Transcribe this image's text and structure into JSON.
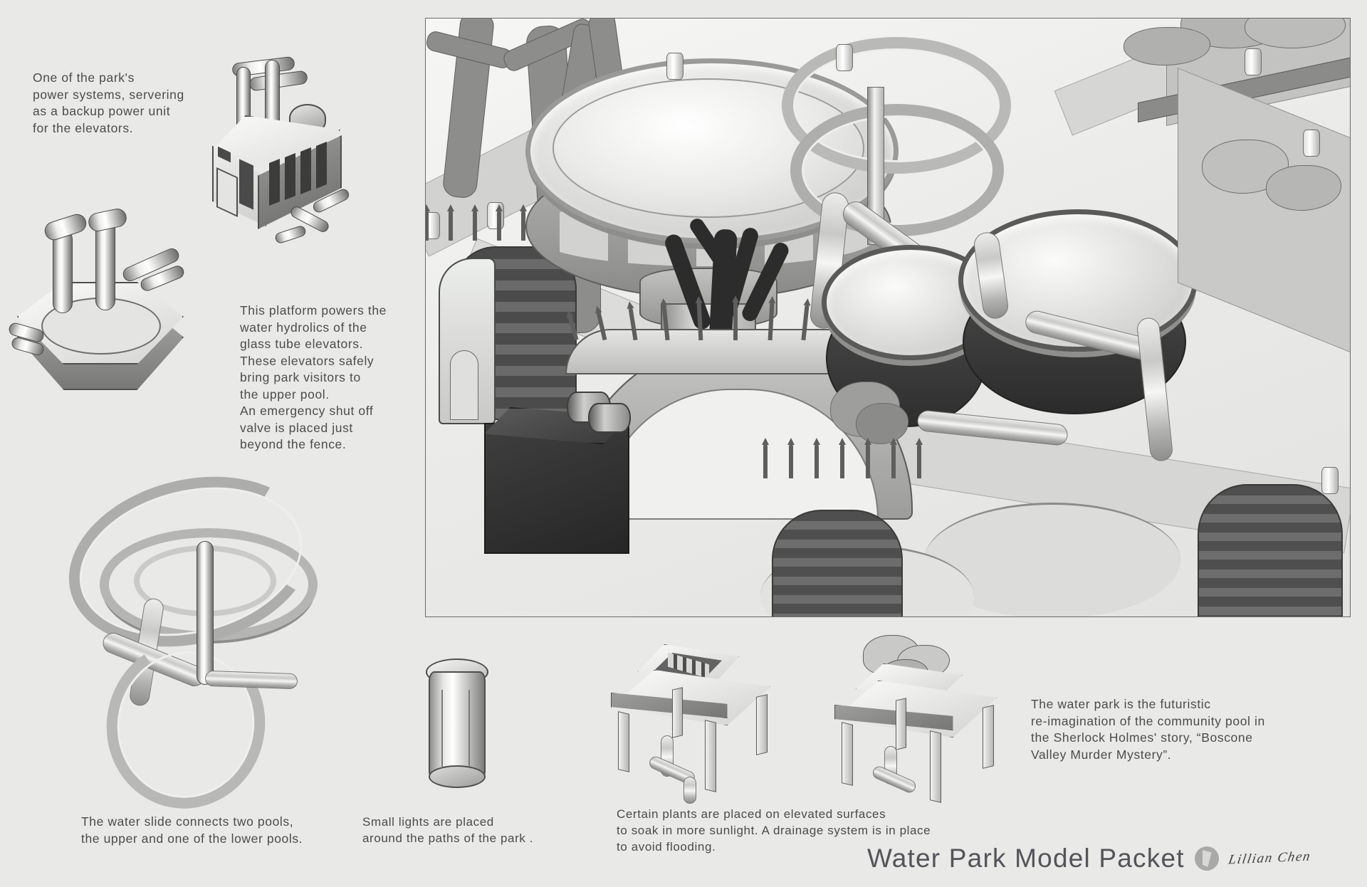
{
  "document": {
    "title": "Water Park Model Packet",
    "signature": "Lillian Chen",
    "logo_icon": "artist-monogram-icon",
    "background_color": "#e9e9e7",
    "ink_color": "#4b4b4d"
  },
  "annotations": {
    "power_system": "One of the park's\npower systems, servering\nas a backup power unit\nfor the elevators.",
    "platform_hydrolics": "This platform powers the\nwater hydrolics of the\nglass tube elevators.\nThese elevators safely\nbring park visitors to\nthe upper pool.\nAn emergency shut off\nvalve is placed just\nbeyond the fence.",
    "water_slide": "The water slide connects two pools,\nthe upper and one of the lower pools.",
    "small_lights": "Small lights are placed\naround the paths of the park .",
    "elevated_plants": "Certain plants are placed on elevated surfaces\nto soak in more sunlight. A drainage system is in place\nto avoid flooding.",
    "concept_blurb": "The water park is the futuristic\nre-imagination of the community pool in\nthe Sherlock Holmes' story, “Boscone\nValley Murder Mystery”."
  },
  "illustrations": {
    "main_panel": {
      "name": "water-park-isometric-overview",
      "description": "Large grayscale isometric concept illustration of the water park showing an elevated circular upper pool, glass tube elevators, spiral water slide, two lower pools, stone arch bridge, trees, fencing and paths."
    },
    "sketches": [
      {
        "id": "backup-power-unit",
        "label": "backup power generator with exhaust ducts"
      },
      {
        "id": "hydrolics-platform",
        "label": "octagonal hydrolics platform with twin pipes"
      },
      {
        "id": "water-slide",
        "label": "spiral water slide connecting two pools"
      },
      {
        "id": "path-light",
        "label": "small cylindrical path light"
      },
      {
        "id": "control-table",
        "label": "elevated control console table with drainage"
      },
      {
        "id": "planter-table",
        "label": "elevated planter table with drainage"
      }
    ]
  }
}
